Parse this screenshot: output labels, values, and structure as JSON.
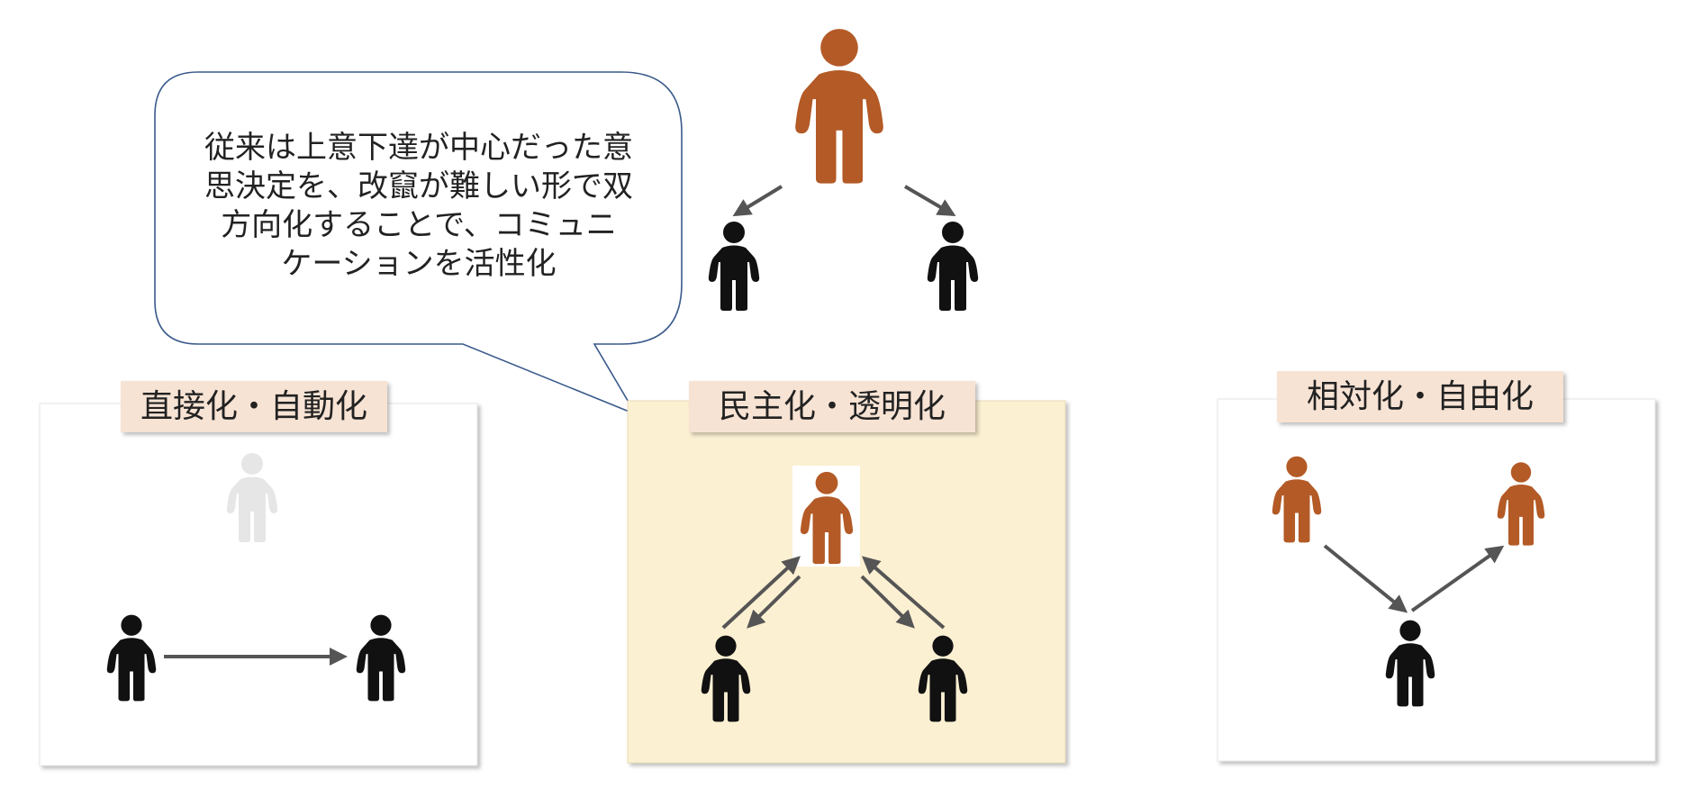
{
  "speech_bubble": {
    "lines": [
      "従来は上意下達が中心だった意",
      "思決定を、改竄が難しい形で双",
      "方向化することで、コミュニ",
      "ケーションを活性化"
    ]
  },
  "panels": [
    {
      "label": "直接化・自動化"
    },
    {
      "label": "民主化・透明化"
    },
    {
      "label": "相対化・自由化"
    }
  ],
  "colors": {
    "leader": "#b35a26",
    "member": "#111111",
    "faded_leader": "#e6e6e6",
    "arrow": "#555555",
    "label_bg": "#f7e3d4",
    "highlight_panel_bg": "#fcf0d2",
    "bubble_border": "#3a5a8c"
  }
}
